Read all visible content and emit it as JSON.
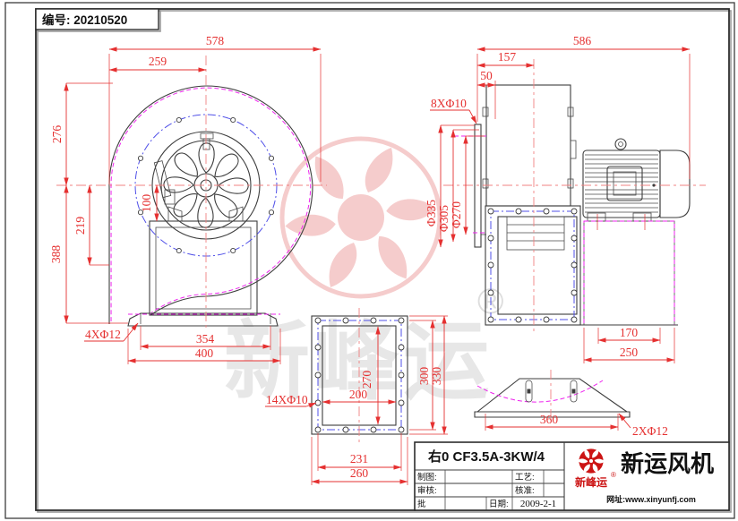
{
  "doc_no": "编号: 20210520",
  "colors": {
    "dimension_red": "#e53030",
    "centerline_red": "#f08080",
    "phantom_magenta": "#ee22ee",
    "bolt_blue": "#5050e8",
    "line_black": "#3d3d3d",
    "logo_red": "#cc1414",
    "watermark_pink": "#f5caca"
  },
  "dims": {
    "front": {
      "overall_w": "578",
      "center_offset": "259",
      "top_h": "276",
      "mid_h": "219",
      "total_h": "388",
      "hub_h": "100",
      "foot_holes": "4XΦ12",
      "feet_centers": "354",
      "feet_w": "400"
    },
    "flange": {
      "holes": "14XΦ10",
      "open_w": "200",
      "open_h": "270",
      "bolt_h": "300",
      "plate_h": "330",
      "bolt_w": "231",
      "plate_w": "260"
    },
    "side": {
      "overall_w": "586",
      "depth": "157",
      "flange_gap": "50",
      "inlet_bolts": "8XΦ10",
      "flange_od": "Φ335",
      "bolt_circle": "Φ305",
      "inlet_d": "Φ270",
      "foot_centers": "170",
      "foot_w": "250"
    },
    "base": {
      "width": "360",
      "holes": "2XΦ12"
    }
  },
  "title_block": {
    "model": "右0 CF3.5A-3KW/4",
    "drawn_label": "制图:",
    "checked_label": "审核:",
    "approve_label": "批",
    "process_label": "工艺:",
    "ratify_label": "核准:",
    "date_label": "日期:",
    "date_value": "2009-2-1",
    "company_name": "新运风机",
    "brand_name": "新峰运",
    "registered_mark": "®",
    "website": "网址:www.xinyunfj.com"
  },
  "watermark": {
    "brand_text": "新峰运",
    "registered_mark": "®"
  }
}
